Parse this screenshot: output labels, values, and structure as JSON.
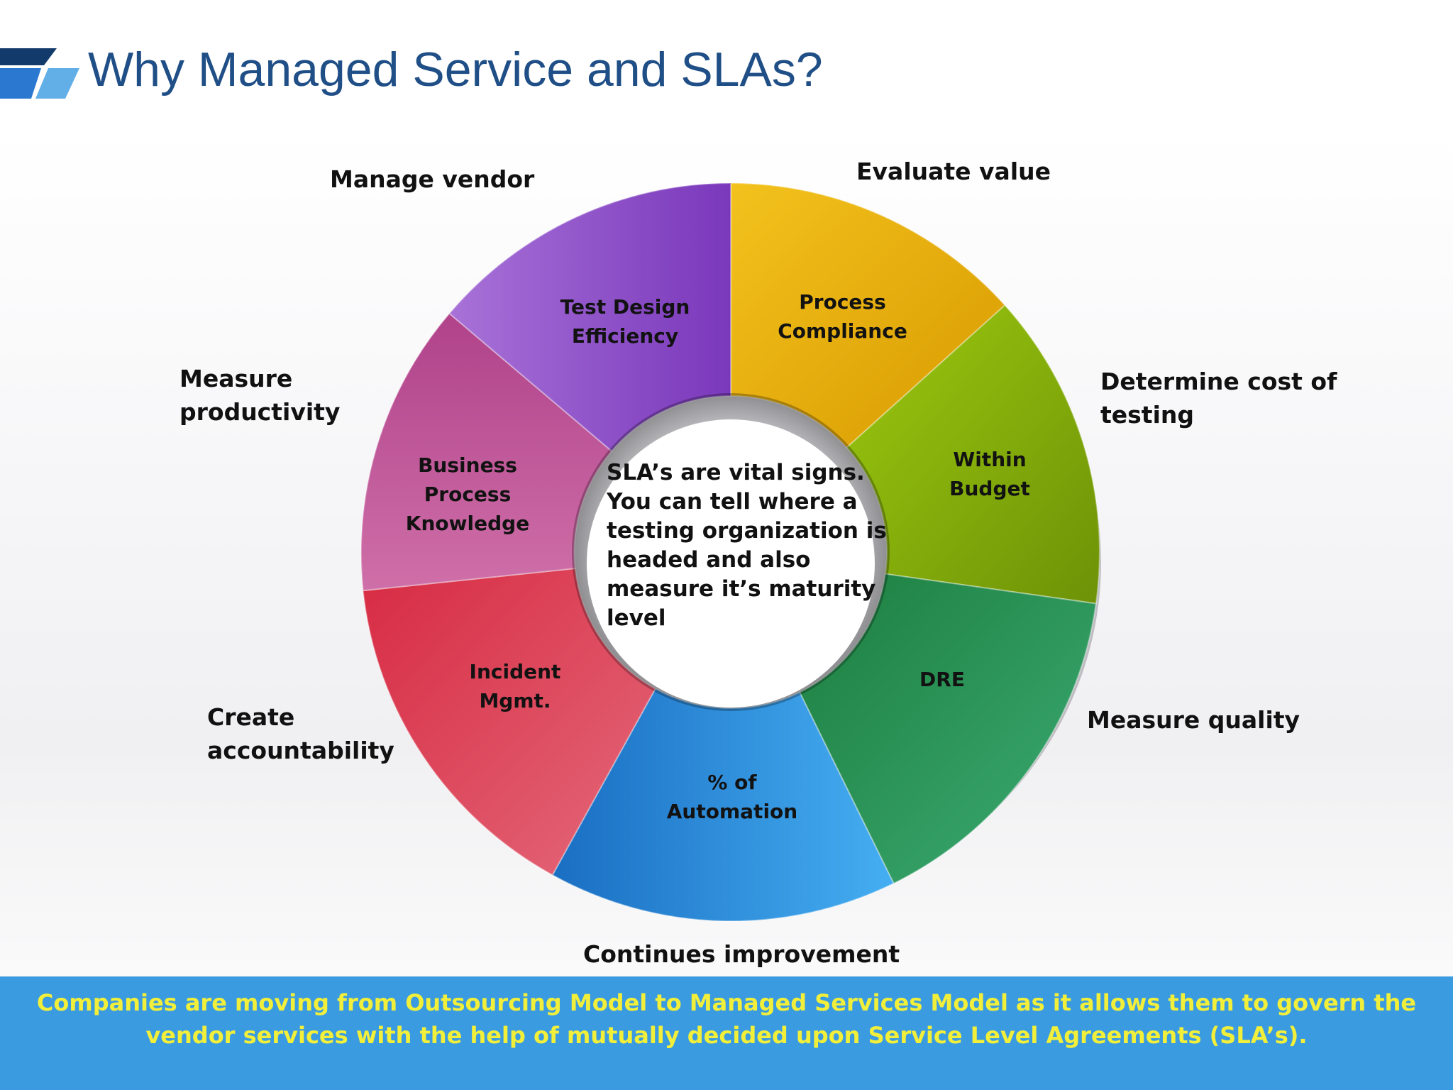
{
  "title": "Why Managed Service and SLAs?",
  "center_text": "SLA’s are vital signs. You can tell where a testing organization is headed and also measure it’s maturity level",
  "segments": [
    {
      "label": "Process Compliance",
      "outer_label": "Evaluate value",
      "color": "#e3a300"
    },
    {
      "label": "Within Budget",
      "outer_label": "Determine cost of testing",
      "color": "#86b10c"
    },
    {
      "label": "DRE",
      "outer_label": "Measure quality",
      "color": "#2f9a5c"
    },
    {
      "label": "% of Automation",
      "outer_label": "Continues improvement",
      "color": "#2b8fde"
    },
    {
      "label": "Incident Mgmt.",
      "outer_label": "Create accountability",
      "color": "#d94159"
    },
    {
      "label": "Business Process Knowledge",
      "outer_label": "Measure productivity",
      "color": "#bc5a9a"
    },
    {
      "label": "Test Design Efficiency",
      "outer_label": "Manage vendor",
      "color": "#8f55c8"
    }
  ],
  "footer": "Companies are moving from Outsourcing Model to Managed Services Model as it allows them to govern the vendor services with the help of mutually decided upon Service Level Agreements (SLA’s).",
  "colors": {
    "title": "#1f4f86",
    "footer_background": "#3a9be0",
    "footer_text": "#f2ef3a",
    "accent_dark": "#123b6b",
    "accent_mid": "#2a78cf",
    "accent_light": "#62afe8"
  }
}
